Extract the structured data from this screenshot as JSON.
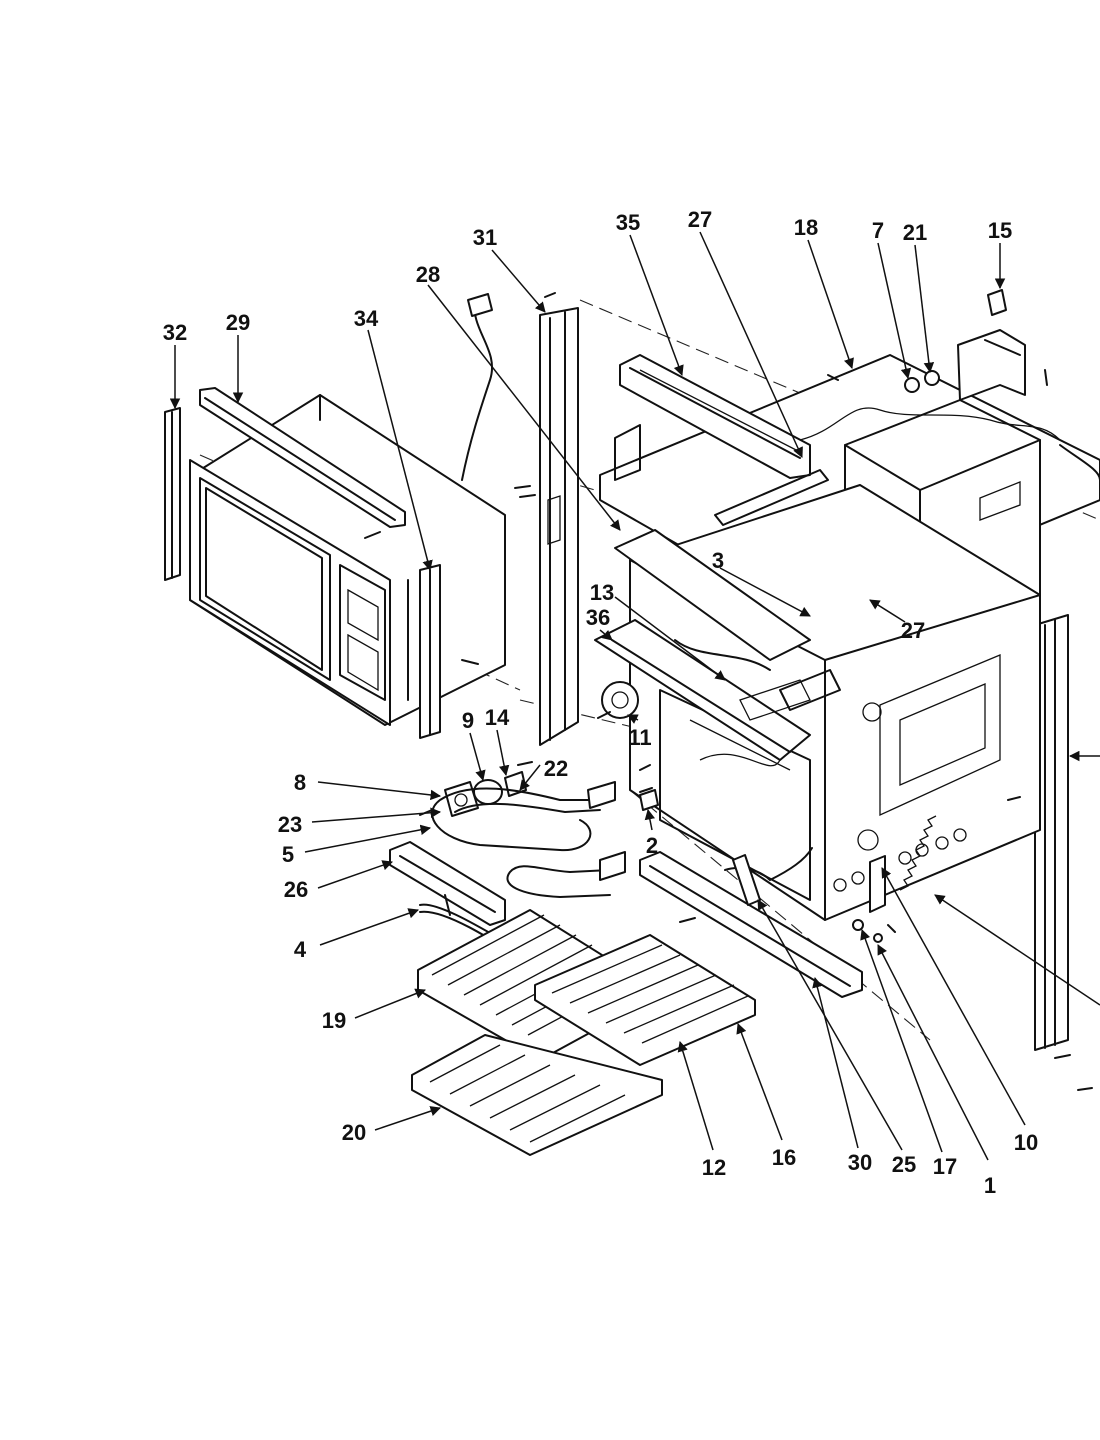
{
  "diagram": {
    "part_labels": [
      "32",
      "29",
      "34",
      "31",
      "28",
      "35",
      "27",
      "18",
      "7",
      "21",
      "15",
      "3",
      "13",
      "36",
      "27",
      "11",
      "9",
      "14",
      "8",
      "22",
      "23",
      "5",
      "26",
      "2",
      "4",
      "19",
      "20",
      "12",
      "16",
      "30",
      "25",
      "17",
      "1",
      "10"
    ]
  }
}
